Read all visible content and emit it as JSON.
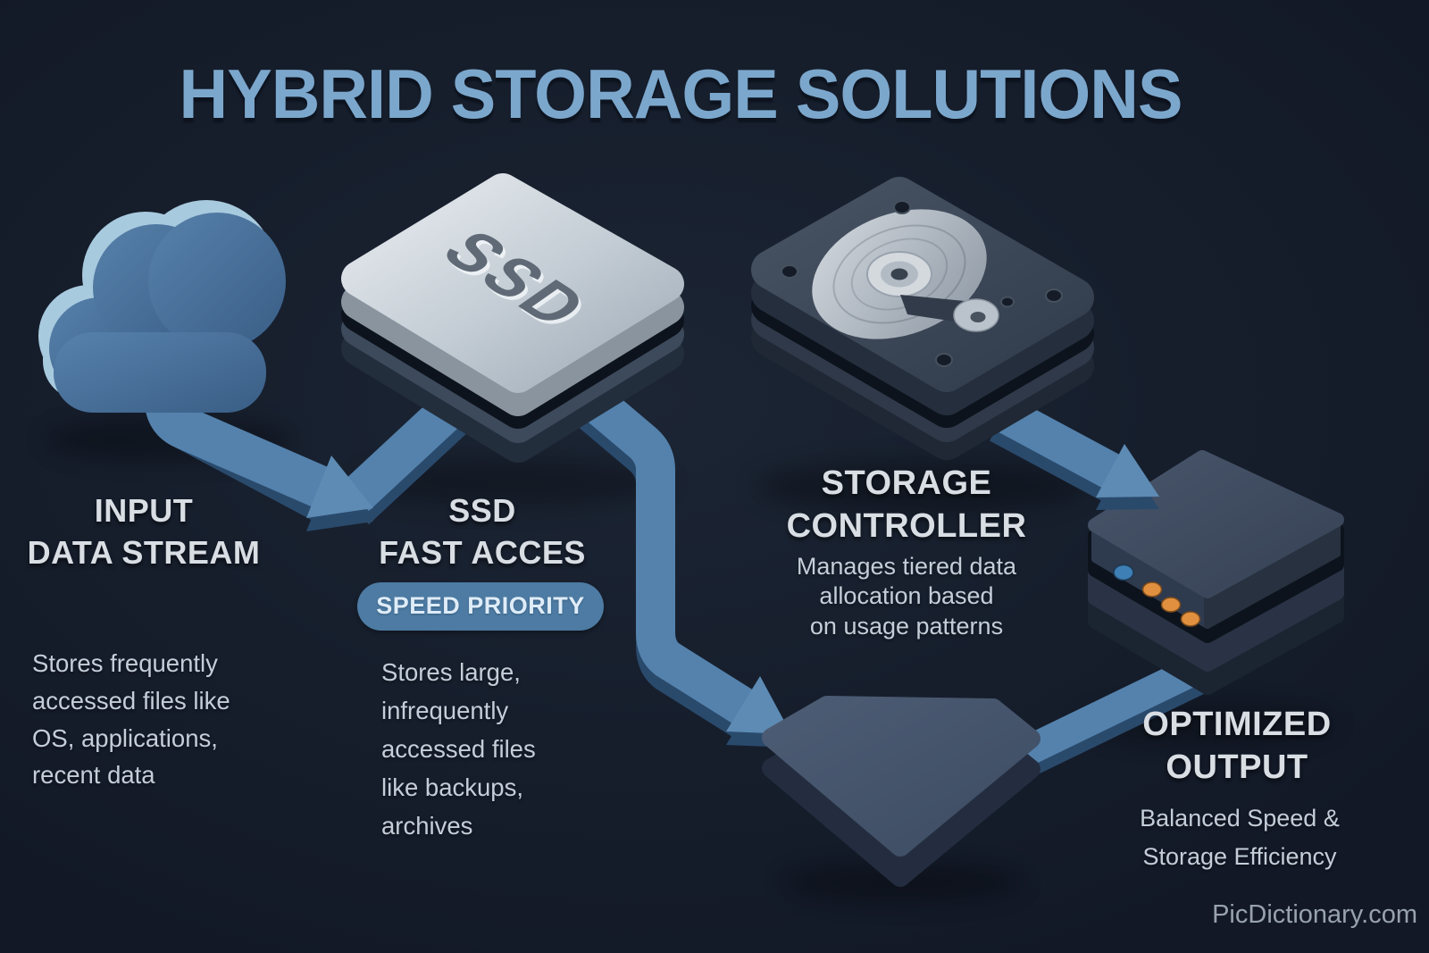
{
  "title": "HYBRID STORAGE SOLUTIONS",
  "watermark": "PicDictionary.com",
  "palette": {
    "background": "#161e2c",
    "title_text": "#7ca7cc",
    "heading_text": "#d9dee4",
    "body_text": "#c4ced9",
    "badge_background": "#4d7ba3",
    "badge_text": "#deecf8",
    "arrow_top": "#5482ac",
    "arrow_side": "#2a4a6c",
    "cloud": "#4c78a2",
    "ssd_case": "#c6cfd7",
    "hdd_case": "#3d4959",
    "led_blue": "#3e7fb5",
    "led_orange": "#e0903f"
  },
  "nodes": {
    "input": {
      "heading_line1": "INPUT",
      "heading_line2": "DATA STREAM",
      "description": "Stores frequently\naccessed files like\nOS, applications,\nrecent data",
      "icon": "cloud-icon"
    },
    "ssd": {
      "heading_line1": "SSD",
      "heading_line2": "FAST ACCES",
      "badge": "SPEED PRIORITY",
      "icon_label": "SSD",
      "description": "Stores large,\ninfrequently\naccessed files\nlike backups,\narchives",
      "icon": "ssd-icon"
    },
    "controller": {
      "heading_line1": "STORAGE",
      "heading_line2": "CONTROLLER",
      "description": "Manages tiered data\nallocation based\non usage patterns",
      "icon": "hard-drive-icon"
    },
    "output": {
      "heading_line1": "OPTIMIZED",
      "heading_line2": "OUTPUT",
      "description": "Balanced Speed &\nStorage Efficiency",
      "icon": "output-device-icon"
    }
  }
}
